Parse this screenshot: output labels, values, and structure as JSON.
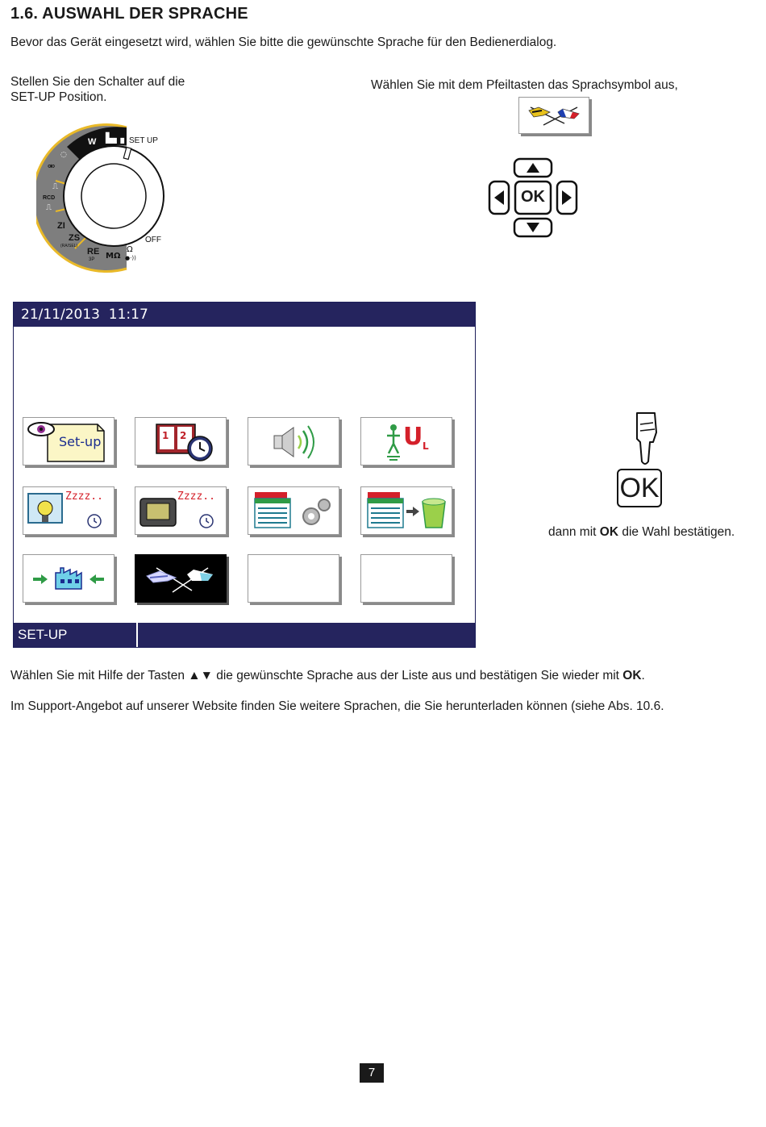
{
  "heading": "1.6. AUSWAHL DER SPRACHE",
  "intro": "Bevor das Gerät eingesetzt wird, wählen Sie bitte die gewünschte Sprache für den Bedienerdialog.",
  "left_instruction": [
    "Stellen Sie den Schalter auf die",
    "SET-UP Position."
  ],
  "right_instruction": "Wählen Sie mit dem Pfeiltasten das Sprachsymbol aus,",
  "dial": {
    "setup_label": "SET UP",
    "off_label": "OFF",
    "positions": [
      "W",
      "RCD",
      "ZI",
      "ZS",
      "(RA/SEL)",
      "RE",
      "3P",
      "MΩ",
      "Ω"
    ]
  },
  "keypad": {
    "ok_label": "OK"
  },
  "screen": {
    "datetime": "21/11/2013  11:17",
    "footer_label": "SET-UP",
    "tiles": [
      {
        "icon": "setup-display-icon",
        "text": "Set-up"
      },
      {
        "icon": "date-time-icon",
        "text": ""
      },
      {
        "icon": "sound-icon",
        "text": ""
      },
      {
        "icon": "contact-voltage-icon",
        "text": "U",
        "sub": "L"
      },
      {
        "icon": "backlight-sleep-icon",
        "text": "Zzzz.."
      },
      {
        "icon": "auto-off-icon",
        "text": "Zzzz.."
      },
      {
        "icon": "memory-config-icon",
        "text": ""
      },
      {
        "icon": "memory-erase-icon",
        "text": ""
      },
      {
        "icon": "factory-reset-icon",
        "text": ""
      },
      {
        "icon": "language-flags-icon",
        "text": "",
        "selected": true
      },
      {
        "icon": "empty-tile",
        "text": ""
      },
      {
        "icon": "empty-tile",
        "text": ""
      }
    ]
  },
  "confirm": {
    "ok_label": "OK",
    "prefix": "dann mit ",
    "bold": "OK",
    "suffix": " die Wahl bestätigen."
  },
  "para1": {
    "prefix": "Wählen Sie mit Hilfe der Tasten ▲▼ die gewünschte Sprache aus der Liste aus und bestätigen Sie wieder mit ",
    "bold": "OK",
    "suffix": "."
  },
  "para2": "Im Support-Angebot auf unserer Website finden Sie weitere Sprachen, die Sie herunterladen können (siehe Abs. 10.6.",
  "page_number": "7"
}
